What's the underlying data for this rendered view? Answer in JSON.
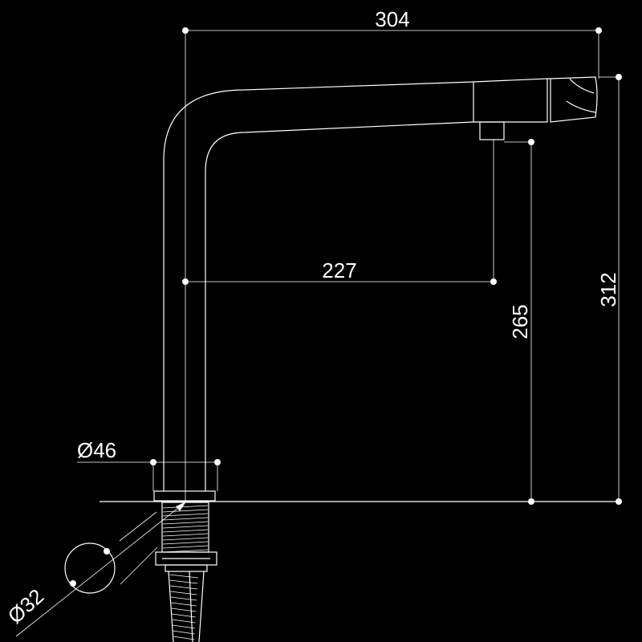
{
  "dimensions": {
    "width_label": "304",
    "reach_label": "227",
    "outlet_height_label": "265",
    "total_height_label": "312",
    "base_diameter_label": "Ø46",
    "shank_diameter_label": "Ø32"
  },
  "colors": {
    "background": "#000000",
    "line": "#ffffff"
  }
}
